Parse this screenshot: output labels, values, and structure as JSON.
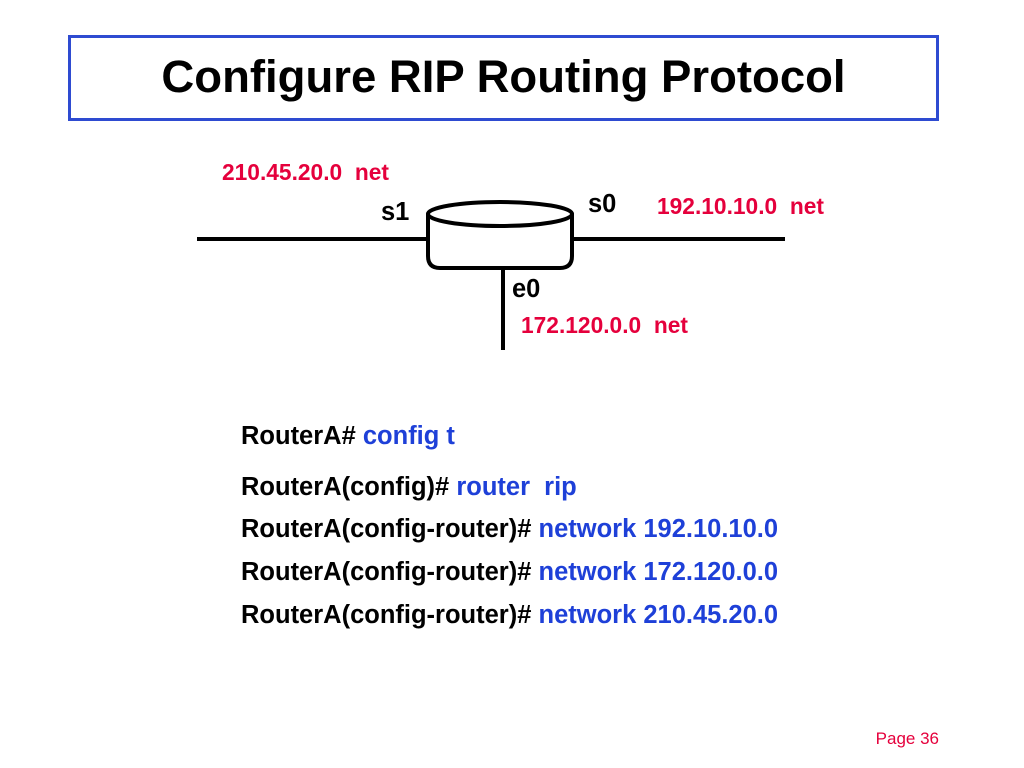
{
  "slide": {
    "title": "Configure RIP Routing Protocol",
    "page_label": "Page 36"
  },
  "diagram": {
    "router_icon": "router-cylinder-icon",
    "links": [
      {
        "interface": "s1",
        "network": "210.45.20.0  net"
      },
      {
        "interface": "s0",
        "network": "192.10.10.0  net"
      },
      {
        "interface": "e0",
        "network": "172.120.0.0  net"
      }
    ]
  },
  "commands": [
    {
      "prompt": "RouterA#",
      "command": "config t"
    },
    {
      "prompt": "RouterA(config)#",
      "command": "router  rip"
    },
    {
      "prompt": "RouterA(config-router)#",
      "command": "network 192.10.10.0"
    },
    {
      "prompt": "RouterA(config-router)#",
      "command": "network 172.120.0.0"
    },
    {
      "prompt": "RouterA(config-router)#",
      "command": "network 210.45.20.0"
    }
  ],
  "colors": {
    "background": "#ffffff",
    "text": "#000000",
    "title_border": "#2e4bd1",
    "network_label": "#e5003c",
    "command": "#1e40d8",
    "router_fill": "#ffffff",
    "line": "#000000"
  }
}
